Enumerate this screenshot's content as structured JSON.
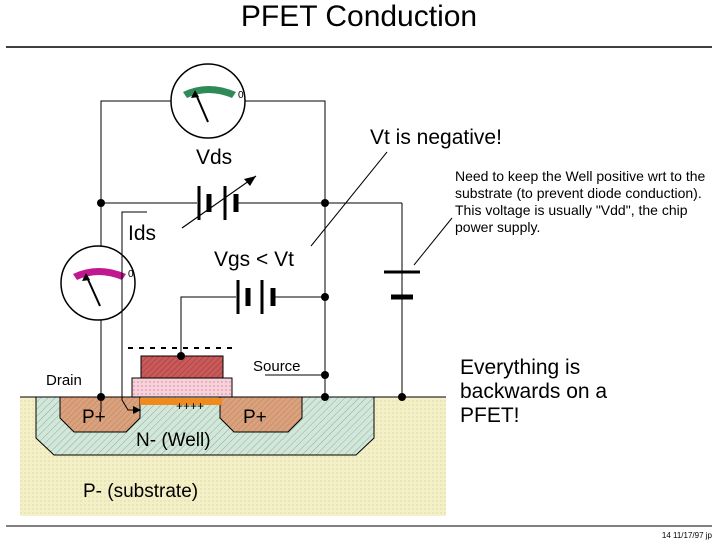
{
  "title": "PFET Conduction",
  "labels": {
    "vds": "Vds",
    "ids": "Ids",
    "vgs_vt": "Vgs < Vt",
    "vt_negative": "Vt is negative!",
    "drain": "Drain",
    "source": "Source",
    "p_plus_left": "P+",
    "p_plus_right": "P+",
    "n_well": "N- (Well)",
    "p_substrate": "P- (substrate)",
    "channel_charge": "++++",
    "meter_top_zero": "0",
    "meter_left_zero": "0"
  },
  "note": "Need to keep the Well positive wrt to the substrate (to prevent diode conduction).  This voltage is usually \"Vdd\", the chip power supply.",
  "conclusion": [
    "Everything is",
    "backwards on a",
    "PFET!"
  ],
  "footer": "14   11/17/97  jp",
  "colors": {
    "substrate": "#f3efc6",
    "well": "#d4e6da",
    "p_plus": "#d9a27f",
    "gate_poly": "#c85a5a",
    "gate_oxide": "#f6d3da",
    "channel": "#f08a1d",
    "meter_top_needle_field": "#2e8b57",
    "meter_left_needle_field": "#c2188f"
  }
}
